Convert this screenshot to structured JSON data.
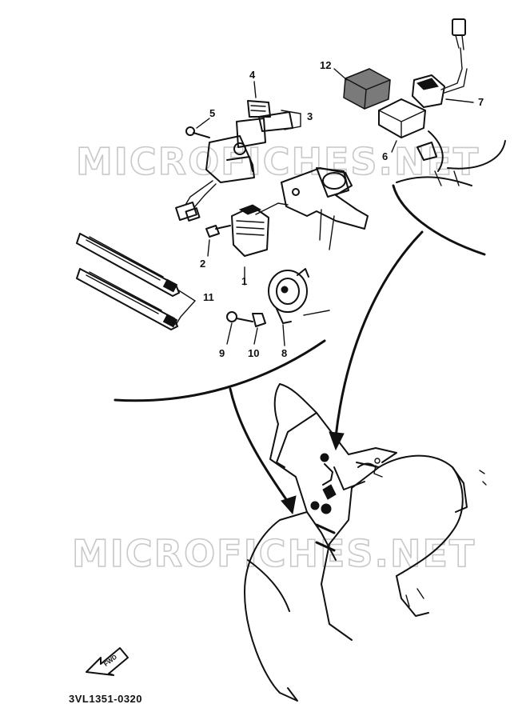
{
  "diagram": {
    "watermark": "MICROFICHES.NET",
    "diagram_code": "3VL1351-0320",
    "direction_label": "FWD",
    "callouts": [
      "1",
      "2",
      "3",
      "4",
      "5",
      "6",
      "7",
      "8",
      "9",
      "10",
      "11",
      "12"
    ],
    "colors": {
      "ink": "#111111",
      "watermark": "#c8c8c8",
      "background": "#ffffff"
    },
    "icons": [
      "fwd-arrow-icon"
    ]
  }
}
